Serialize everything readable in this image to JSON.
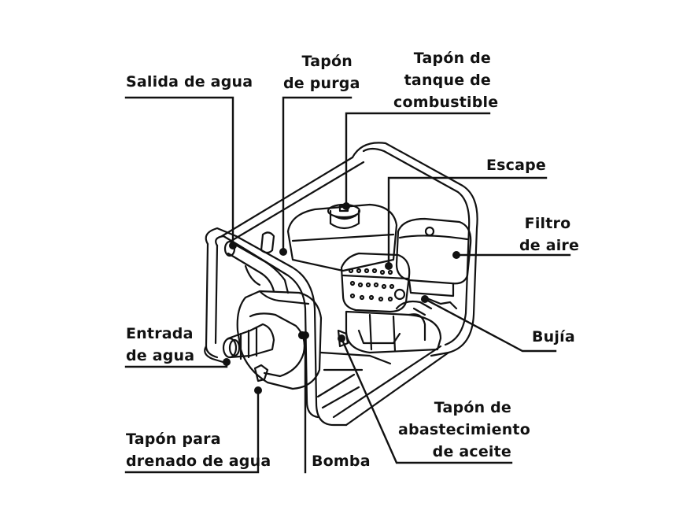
{
  "diagram": {
    "labels": {
      "salida_agua": [
        "Salida de agua"
      ],
      "tapon_purga": [
        "Tapón",
        "de purga"
      ],
      "tapon_tanque": [
        "Tapón de",
        "tanque de",
        "combustible"
      ],
      "escape": [
        "Escape"
      ],
      "filtro_aire": [
        "Filtro",
        "de aire"
      ],
      "bujia": [
        "Bujía"
      ],
      "tapon_aceite": [
        "Tapón de",
        "abastecimiento",
        "de aceite"
      ],
      "bomba": [
        "Bomba"
      ],
      "drenado": [
        "Tapón para",
        "drenado de agua"
      ],
      "entrada_agua": [
        "Entrada",
        "de agua"
      ]
    },
    "colors": {
      "ink": "#111111",
      "paper": "#ffffff"
    }
  }
}
